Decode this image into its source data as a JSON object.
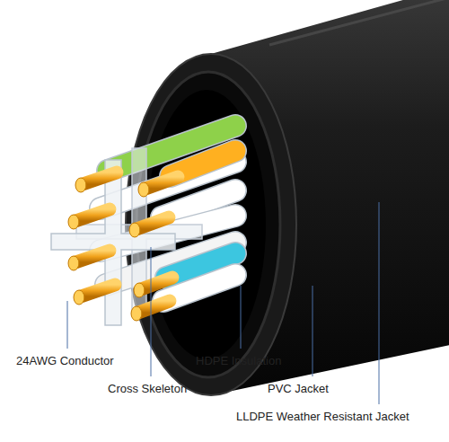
{
  "diagram": {
    "labels": [
      "24AWG Conductor",
      "Cross Skeleton",
      "HDPE Insulation",
      "PVC Jacket",
      "LLDPE Weather Resistant Jacket"
    ]
  }
}
